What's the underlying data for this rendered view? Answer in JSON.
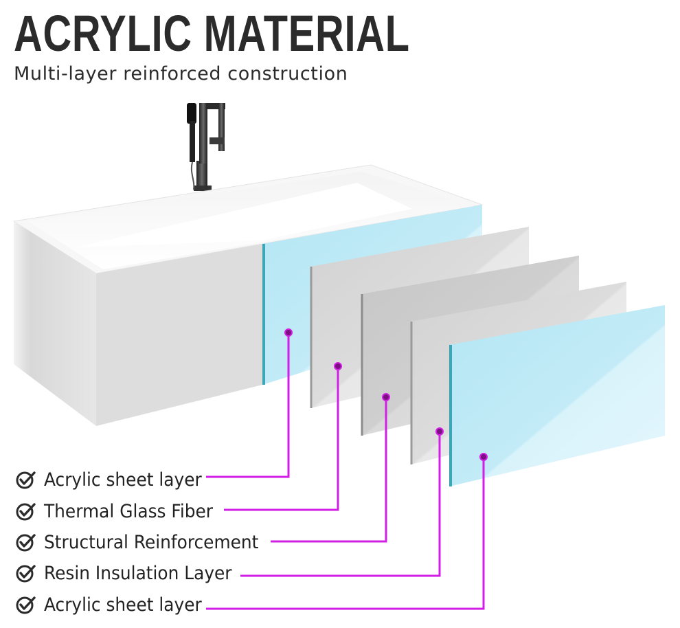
{
  "header": {
    "title": "ACRYLIC MATERIAL",
    "subtitle": "Multi-layer reinforced construction"
  },
  "layers": [
    {
      "label": "Acrylic sheet layer"
    },
    {
      "label": "Thermal Glass Fiber"
    },
    {
      "label": "Structural Reinforcement"
    },
    {
      "label": "Resin Insulation Layer"
    },
    {
      "label": "Acrylic sheet layer"
    }
  ],
  "icons": {
    "check": "check-circle-icon",
    "marker": "callout-dot"
  },
  "colors": {
    "title": "#2b2b2b",
    "callout_line": "#d11fe6",
    "callout_dot": "#7a117f",
    "acrylic_blue": "#bfe9f5",
    "acrylic_edge": "#3aa6b8",
    "panel_grey": "#d6d6d6"
  }
}
